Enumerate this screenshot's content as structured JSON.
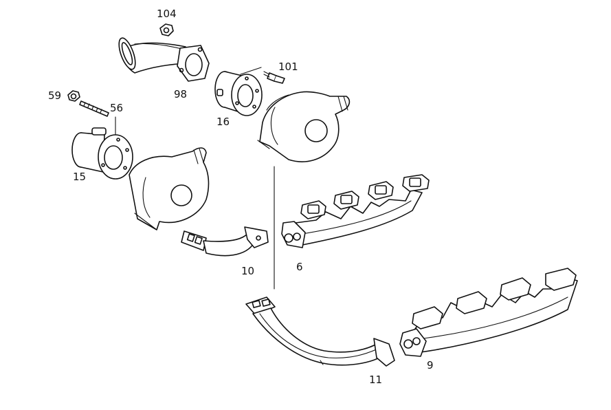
{
  "labels": {
    "p104": "104",
    "p101": "101",
    "p98": "98",
    "p59": "59",
    "p56": "56",
    "p16": "16",
    "p15": "15",
    "p10": "10",
    "p6": "6",
    "p11": "11",
    "p9": "9"
  }
}
